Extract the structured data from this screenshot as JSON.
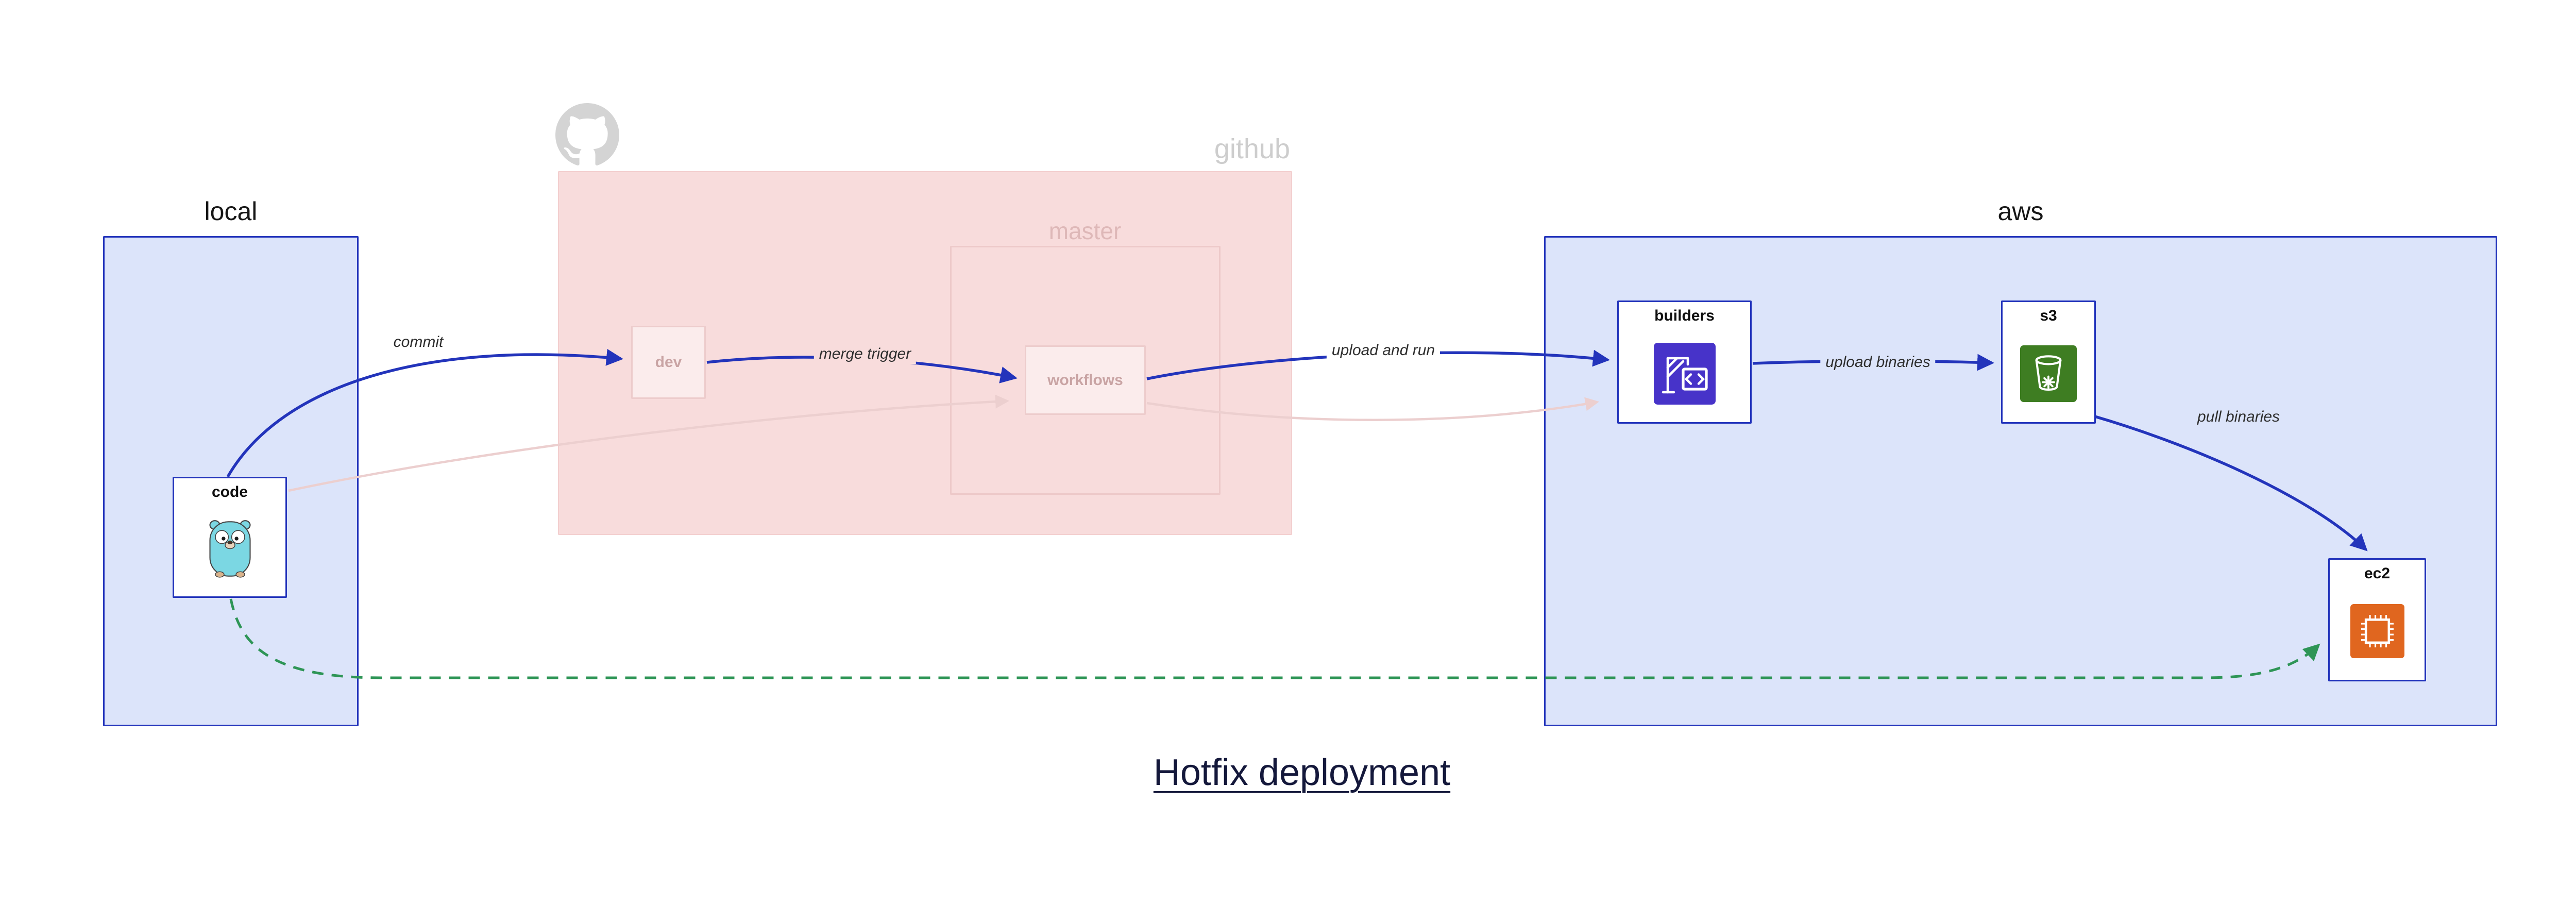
{
  "title": "Hotfix deployment",
  "containers": {
    "local": {
      "label": "local"
    },
    "github": {
      "label": "github"
    },
    "master": {
      "label": "master"
    },
    "aws": {
      "label": "aws"
    }
  },
  "nodes": {
    "code": {
      "label": "code",
      "icon": "gopher-icon"
    },
    "dev": {
      "label": "dev",
      "icon": null
    },
    "workflows": {
      "label": "workflows",
      "icon": null
    },
    "builders": {
      "label": "builders",
      "icon": "builders-crane-icon"
    },
    "s3": {
      "label": "s3",
      "icon": "s3-bucket-icon"
    },
    "ec2": {
      "label": "ec2",
      "icon": "ec2-chip-icon"
    }
  },
  "edges": [
    {
      "id": "commit",
      "label": "commit",
      "from": "code",
      "to": "dev",
      "style": "solid-blue"
    },
    {
      "id": "merge-trigger",
      "label": "merge trigger",
      "from": "dev",
      "to": "workflows",
      "style": "solid-blue"
    },
    {
      "id": "upload-and-run",
      "label": "upload and run",
      "from": "workflows",
      "to": "builders",
      "style": "solid-blue"
    },
    {
      "id": "upload-binaries",
      "label": "upload binaries",
      "from": "builders",
      "to": "s3",
      "style": "solid-blue"
    },
    {
      "id": "pull-binaries",
      "label": "pull binaries",
      "from": "s3",
      "to": "ec2",
      "style": "solid-blue"
    },
    {
      "id": "hotfix-path",
      "label": "",
      "from": "code",
      "to": "ec2",
      "style": "dashed-green"
    }
  ],
  "icons": {
    "github-octocat-icon": "octocat-silhouette-gray",
    "gopher-icon": "teal-go-gopher-mascot",
    "builders-crane-icon": "white-crane-and-code-box-on-indigo-square",
    "s3-bucket-icon": "white-bucket-and-star-on-green-square",
    "ec2-chip-icon": "white-cpu-chip-on-orange-square"
  },
  "colors": {
    "container_blue_fill": "#dce4fa",
    "container_blue_border": "#2334bb",
    "github_fill": "#f8dcdc",
    "faded_pink": "#eccfcf",
    "arrow_blue": "#2334bb",
    "arrow_green": "#2e9556",
    "builders_icon_bg": "#4733c9",
    "s3_icon_bg": "#3e7d22",
    "ec2_icon_bg": "#e0661f",
    "gopher_teal": "#7bd7e3"
  }
}
